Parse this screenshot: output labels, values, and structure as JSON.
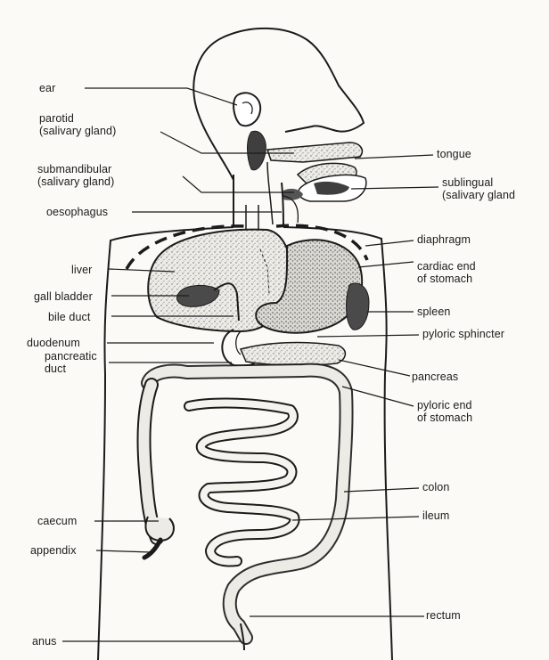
{
  "labels_left": {
    "ear": "ear",
    "parotid": [
      "parotid",
      "(salivary gland)"
    ],
    "submandibular": [
      "submandibular",
      "(salivary gland)"
    ],
    "oesophagus": "oesophagus",
    "liver": "liver",
    "gall_bladder": "gall bladder",
    "bile_duct": "bile duct",
    "duodenum": "duodenum",
    "pancreatic_duct": [
      "pancreatic",
      "duct"
    ],
    "caecum": "caecum",
    "appendix": "appendix",
    "anus": "anus"
  },
  "labels_right": {
    "tongue": "tongue",
    "sublingual": [
      "sublingual",
      "(salivary gland"
    ],
    "diaphragm": "diaphragm",
    "cardiac_end": [
      "cardiac end",
      "of stomach"
    ],
    "spleen": "spleen",
    "pyloric_sphincter": "pyloric sphincter",
    "pancreas": "pancreas",
    "pyloric_end": [
      "pyloric end",
      "of stomach"
    ],
    "colon": "colon",
    "ileum": "ileum",
    "rectum": "rectum"
  },
  "colors": {
    "ink": "#1b1b1b",
    "organ_fill": "#e7e6e1",
    "dark_organ": "#4a4a4a",
    "paper": "#fbfaf6"
  }
}
